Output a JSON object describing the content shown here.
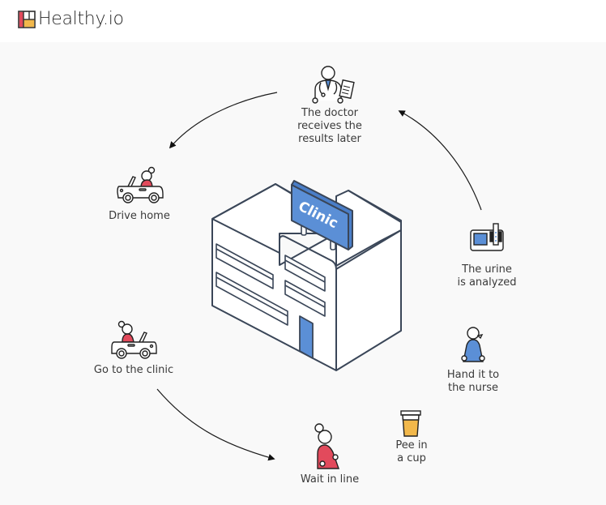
{
  "header": {
    "brand": "Healthy.io",
    "logo_colors": {
      "red": "#e24a5c",
      "yellow": "#f2b84b",
      "outline": "#2e2e2e"
    }
  },
  "clinic": {
    "sign_text": "Clinic",
    "colors": {
      "blue": "#5b8fd6",
      "outline": "#3a4658",
      "wall": "#ffffff"
    }
  },
  "steps": [
    {
      "id": "doctor",
      "label": "The doctor\nreceives the\nresults later",
      "icon": "doctor-icon"
    },
    {
      "id": "drive-home",
      "label": "Drive home",
      "icon": "car-icon"
    },
    {
      "id": "go-to-clinic",
      "label": "Go to the clinic",
      "icon": "car-icon"
    },
    {
      "id": "wait",
      "label": "Wait in line",
      "icon": "waiting-person-icon"
    },
    {
      "id": "pee",
      "label": "Pee in\na cup",
      "icon": "urine-cup-icon"
    },
    {
      "id": "hand",
      "label": "Hand it to\nthe nurse",
      "icon": "nurse-icon"
    },
    {
      "id": "analyzed",
      "label": "The urine\nis analyzed",
      "icon": "analyzer-icon"
    }
  ],
  "colors": {
    "accent_red": "#e24a5c",
    "accent_blue": "#5b8fd6",
    "accent_yellow": "#f2b84b",
    "background": "#f9f9f9"
  }
}
